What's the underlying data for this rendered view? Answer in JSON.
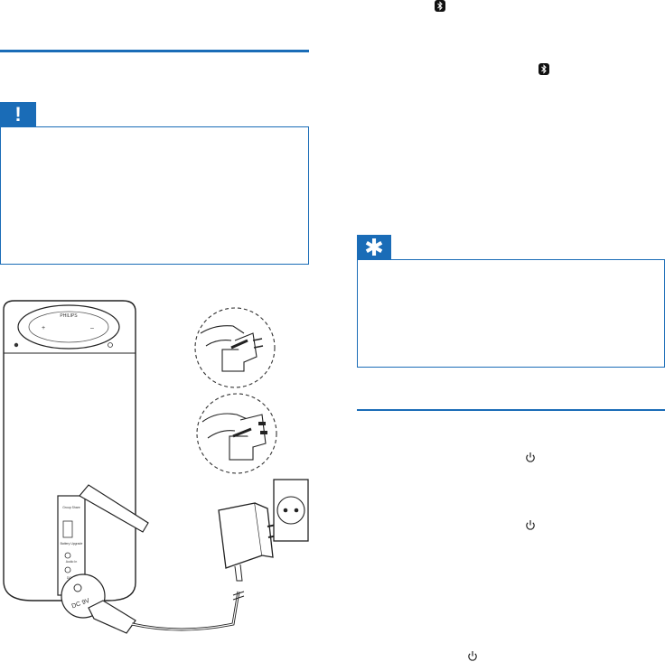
{
  "left_column": {
    "caution_label": "!",
    "illustration": {
      "speaker_top_text": "PHILIPS",
      "power_rating": "DC 9V",
      "speaker_back_labels": [
        "Group Share",
        "Battery Upgrade",
        "Audio In",
        "DC 9V"
      ]
    }
  },
  "right_column": {
    "tip_label": "✱"
  },
  "icons": {
    "bluetooth": "bluetooth-icon",
    "power": "power-icon",
    "caution": "exclamation-icon",
    "tip": "asterisk-icon"
  },
  "colors": {
    "accent": "#1a6cb7"
  }
}
